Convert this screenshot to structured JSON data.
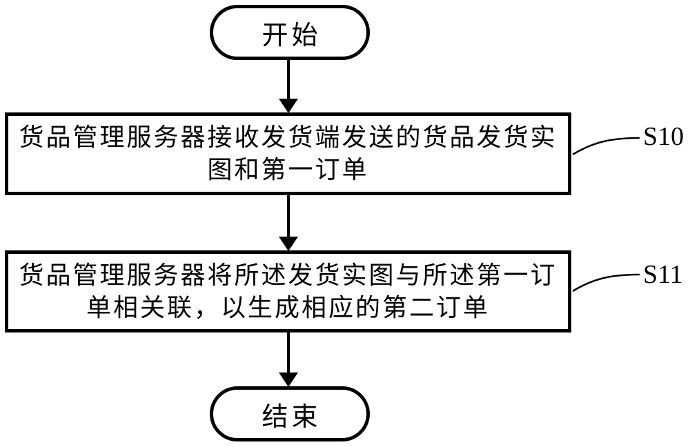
{
  "figure": {
    "type": "flowchart",
    "colors": {
      "stroke": "#000000",
      "background": "#ffffff",
      "text": "#000000"
    },
    "nodes": {
      "start": {
        "label": "开始"
      },
      "step1": {
        "step_id": "S10",
        "lines": [
          "货品管理服务器接收发货端发送的货品发货实",
          "图和第一订单"
        ],
        "full_text": "货品管理服务器接收发货端发送的货品发货实图和第一订单"
      },
      "step2": {
        "step_id": "S11",
        "lines": [
          "货品管理服务器将所述发货实图与所述第一订",
          "单相关联，以生成相应的第二订单"
        ],
        "full_text": "货品管理服务器将所述发货实图与所述第一订单相关联，以生成相应的第二订单"
      },
      "end": {
        "label": "结束"
      }
    },
    "flow": [
      "start",
      "step1",
      "step2",
      "end"
    ]
  }
}
